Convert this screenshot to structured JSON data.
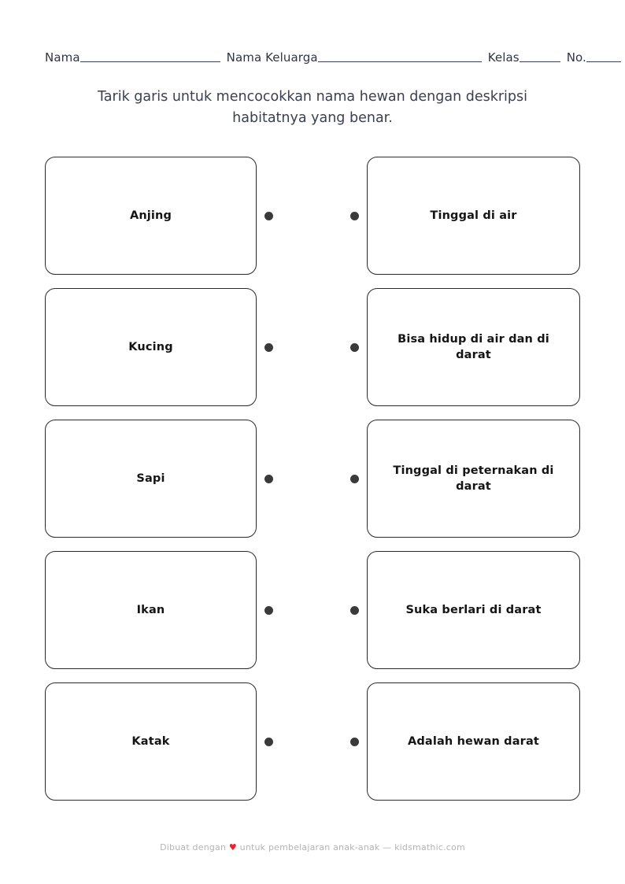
{
  "header": {
    "fields": [
      {
        "label": "Nama",
        "value": ""
      },
      {
        "label": "Nama Keluarga",
        "value": ""
      },
      {
        "label": "Kelas",
        "value": ""
      },
      {
        "label": "No.",
        "value": ""
      }
    ]
  },
  "instruction": "Tarik garis untuk mencocokkan nama hewan dengan deskripsi habitatnya yang benar.",
  "matching": {
    "rows": [
      {
        "left": "Anjing",
        "right": "Tinggal di air"
      },
      {
        "left": "Kucing",
        "right": "Bisa hidup di air dan di darat"
      },
      {
        "left": "Sapi",
        "right": "Tinggal di peternakan di darat"
      },
      {
        "left": "Ikan",
        "right": "Suka berlari di darat"
      },
      {
        "left": "Katak",
        "right": "Adalah hewan darat"
      }
    ]
  },
  "footer": {
    "prefix": "Dibuat dengan",
    "heart": "♥",
    "suffix": "untuk pembelajaran anak-anak — kidsmathic.com"
  },
  "colors": {
    "page_background": "#ffffff",
    "text_primary": "#151515",
    "title_text": "#3a3f52",
    "card_border": "#2b2b2b",
    "dot": "#3a3a3a",
    "footer_text": "#b4b4b4",
    "heart": "#e8222f"
  }
}
